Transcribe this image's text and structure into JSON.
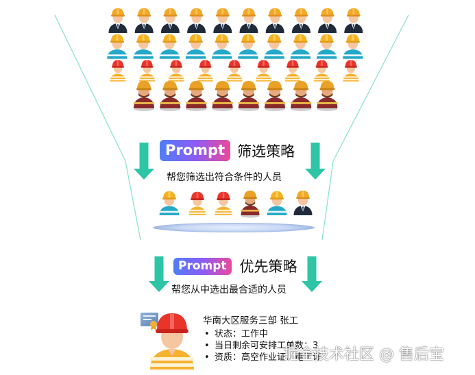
{
  "step1": {
    "badge": "Prompt",
    "title": "筛选策略",
    "subtitle": "帮您筛选出符合条件的人员"
  },
  "step2": {
    "badge": "Prompt",
    "title": "优先策略",
    "subtitle": "帮您从中选出最合适的人员"
  },
  "result": {
    "name": "华南大区服务三部 张工",
    "details": [
      "状态：工作中",
      "当日剩余可安排工单数：3",
      "资质：高空作业证、电工证"
    ]
  },
  "watermark": "掘金技术社区 @ 售后宝",
  "colors": {
    "arrow": "#2ec4a6",
    "funnel_line": "#7ee0c8",
    "badge_gradient": [
      "#4f7ef7",
      "#8b5cf6",
      "#ec4899"
    ]
  },
  "pool_rows": [
    {
      "type": "suited-worker",
      "count": 10
    },
    {
      "type": "teal-worker",
      "count": 10
    },
    {
      "type": "red-vest-worker",
      "count": 9
    },
    {
      "type": "maroon-worker",
      "count": 8
    }
  ],
  "filtered_people": [
    "teal-worker",
    "red-vest-worker",
    "red-vest-worker",
    "maroon-worker",
    "teal-worker",
    "suited-worker"
  ]
}
